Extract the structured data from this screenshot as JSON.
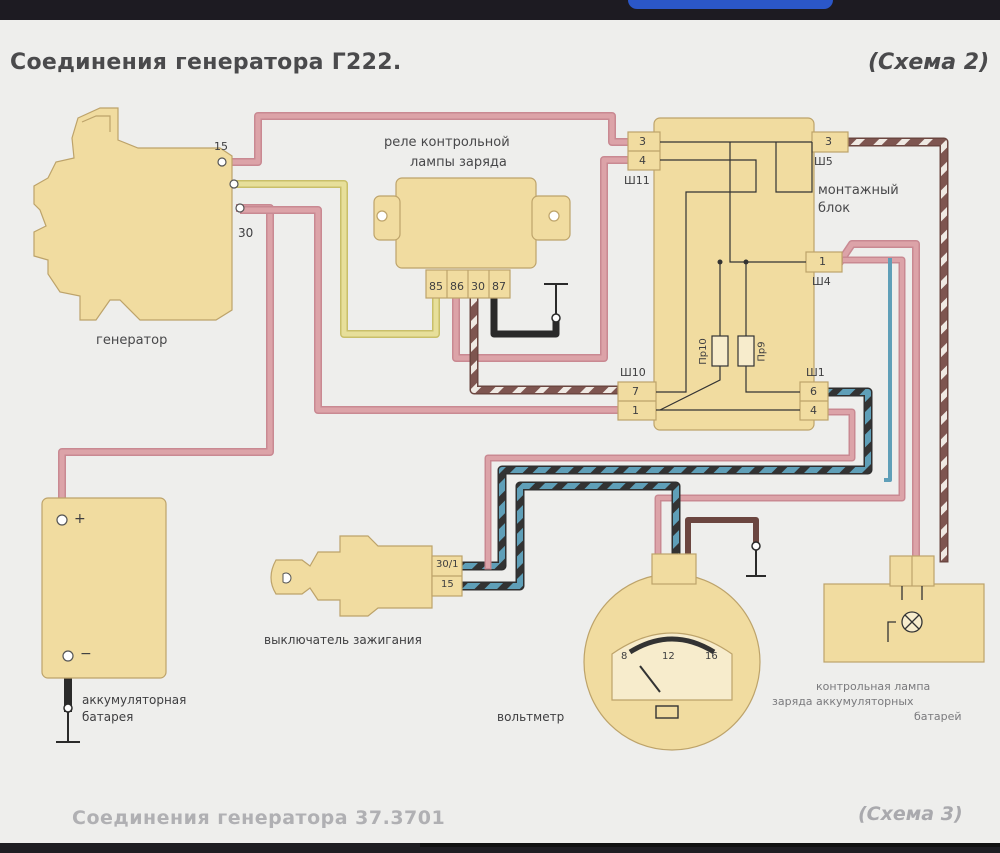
{
  "header": {
    "title": "Соединения генератора Г222.",
    "scheme_label": "(Схема 2)"
  },
  "footer": {
    "title": "Соединения генератора 37.3701",
    "scheme_label": "(Схема 3)"
  },
  "components": {
    "generator": {
      "label": "генератор",
      "pin_15": "15",
      "pin_30": "30"
    },
    "relay": {
      "label_line1": "реле контрольной",
      "label_line2": "лампы заряда",
      "pins": [
        "85",
        "86",
        "30",
        "87"
      ]
    },
    "mount_block": {
      "label_line1": "монтажный",
      "label_line2": "блок",
      "connectors": {
        "sh11": "Ш11",
        "sh5": "Ш5",
        "sh4": "Ш4",
        "sh10": "Ш10",
        "sh1": "Ш1"
      },
      "pins": {
        "sh11_top": "3",
        "sh11_bottom": "4",
        "sh5": "3",
        "sh4": "1",
        "sh10_top": "7",
        "sh10_bottom": "1",
        "sh1_top": "6",
        "sh1_bottom": "4"
      },
      "fuses": [
        "Пр10",
        "Пр9"
      ]
    },
    "battery": {
      "label_line1": "аккумуляторная",
      "label_line2": "батарея",
      "plus": "+",
      "minus": "−"
    },
    "ignition_switch": {
      "label": "выключатель зажигания",
      "pin_top": "30/1",
      "pin_bottom": "15"
    },
    "voltmeter": {
      "label": "вольтметр",
      "scale": [
        "8",
        "12",
        "16"
      ]
    },
    "charge_lamp": {
      "label_line1": "контрольная лампа",
      "label_line2": "заряда аккумуляторных",
      "label_line3": "батарей"
    }
  },
  "colors": {
    "pink": "#dca3a8",
    "dark_pink": "#c98992",
    "yellow": "#e7df9a",
    "brown": "#7e5550",
    "blue": "#5f9fb8",
    "black": "#2a2a2a",
    "component_fill": "#f1dca0",
    "component_stroke": "#bda36a"
  }
}
